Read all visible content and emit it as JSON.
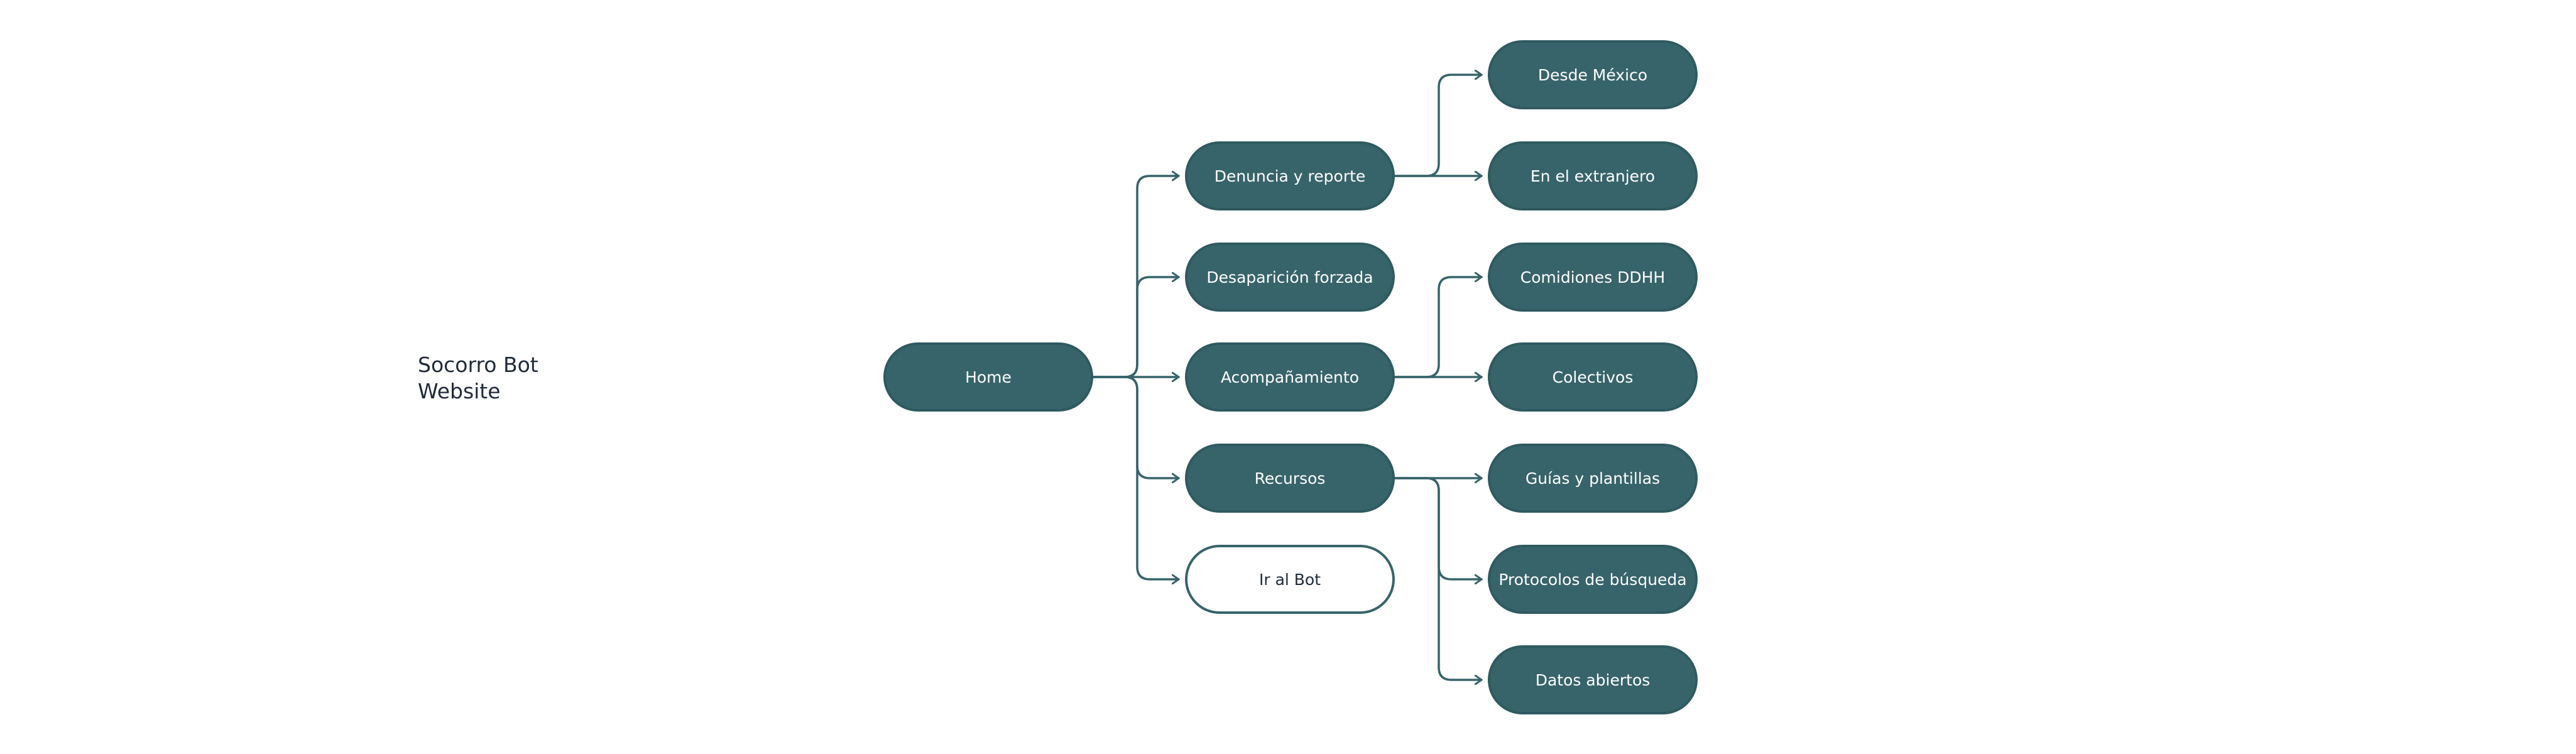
{
  "title": {
    "line1": "Socorro Bot",
    "line2": "Website"
  },
  "colors": {
    "node_fill": "#37646a",
    "node_border": "#2f5a60",
    "connector": "#37646a",
    "text_dark": "#1f2a3a"
  },
  "root": {
    "label": "Home"
  },
  "sections": [
    {
      "label": "Denuncia y reporte",
      "style": "filled",
      "children": [
        "Desde México",
        "En el extranjero"
      ]
    },
    {
      "label": "Desaparición forzada",
      "style": "filled",
      "children": []
    },
    {
      "label": "Acompañamiento",
      "style": "filled",
      "children": [
        "Comidiones DDHH",
        "Colectivos"
      ]
    },
    {
      "label": "Recursos",
      "style": "filled",
      "children": [
        "Guías y plantillas",
        "Protocolos de búsqueda",
        "Datos abiertos"
      ]
    },
    {
      "label": "Ir al Bot",
      "style": "outline",
      "children": []
    }
  ]
}
